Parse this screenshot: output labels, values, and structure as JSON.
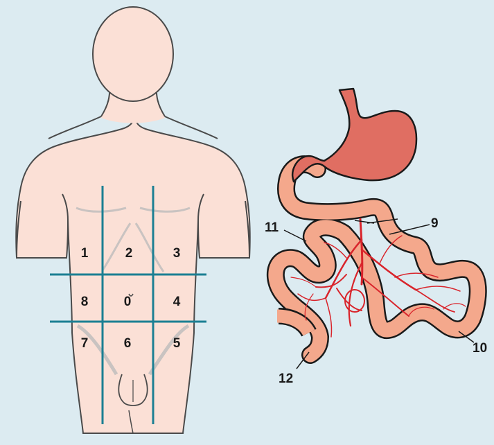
{
  "colors": {
    "background": "#dcebf1",
    "skin": "#fbe0d6",
    "outline": "#4a4a4a",
    "grid": "#1b7f93",
    "stomach": "#e06e62",
    "intestine": "#f4a88c",
    "vessel": "#d9242b"
  },
  "regions": [
    "0",
    "1",
    "2",
    "3",
    "4",
    "5",
    "6",
    "7",
    "8"
  ],
  "callouts": [
    "9",
    "10",
    "11",
    "12"
  ]
}
